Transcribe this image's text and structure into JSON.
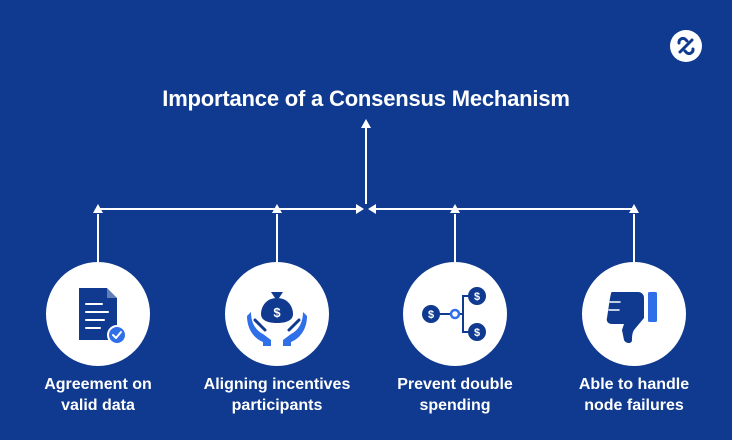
{
  "title": "Importance of a Consensus Mechanism",
  "colors": {
    "background": "#0f3a8f",
    "line": "#ffffff",
    "icon_dark": "#0f3a8f",
    "icon_accent": "#2f6fe8"
  },
  "logo": {
    "icon": "link-logo-icon"
  },
  "nodes": [
    {
      "icon": "document-check-icon",
      "line1": "Agreement on",
      "line2": "valid data"
    },
    {
      "icon": "hands-money-bag-icon",
      "line1": "Aligning incentives",
      "line2": "participants"
    },
    {
      "icon": "coin-network-icon",
      "line1": "Prevent double",
      "line2": "spending"
    },
    {
      "icon": "thumbs-down-icon",
      "line1": "Able to handle",
      "line2": "node failures"
    }
  ]
}
